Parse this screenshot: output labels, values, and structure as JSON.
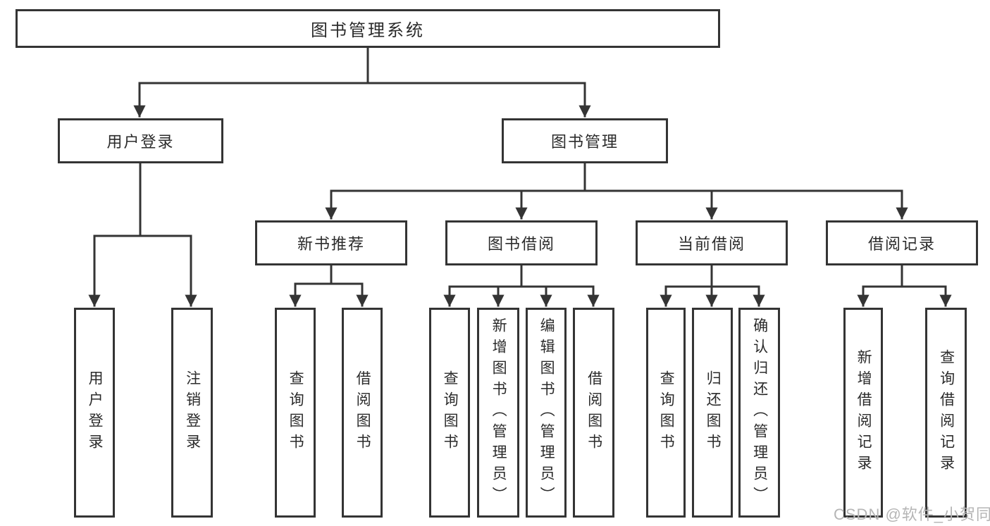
{
  "tree": {
    "label": "图书管理系统",
    "children": [
      {
        "label": "用户登录",
        "children": [
          {
            "label": "用户登录"
          },
          {
            "label": "注销登录"
          }
        ]
      },
      {
        "label": "图书管理",
        "children": [
          {
            "label": "新书推荐",
            "children": [
              {
                "label": "查询图书"
              },
              {
                "label": "借阅图书"
              }
            ]
          },
          {
            "label": "图书借阅",
            "children": [
              {
                "label": "查询图书"
              },
              {
                "label": "新增图书（管理员）"
              },
              {
                "label": "编辑图书（管理员）"
              },
              {
                "label": "借阅图书"
              }
            ]
          },
          {
            "label": "当前借阅",
            "children": [
              {
                "label": "查询图书"
              },
              {
                "label": "归还图书"
              },
              {
                "label": "确认归还（管理员）"
              }
            ]
          },
          {
            "label": "借阅记录",
            "children": [
              {
                "label": "新增借阅记录"
              },
              {
                "label": "查询借阅记录"
              }
            ]
          }
        ]
      }
    ]
  },
  "watermark": {
    "text": "CSDN @软件_小贺同学"
  },
  "colors": {
    "line": "#343434",
    "text": "#2b2b2b",
    "background": "#ffffff",
    "watermark": "#b5b5b5"
  }
}
